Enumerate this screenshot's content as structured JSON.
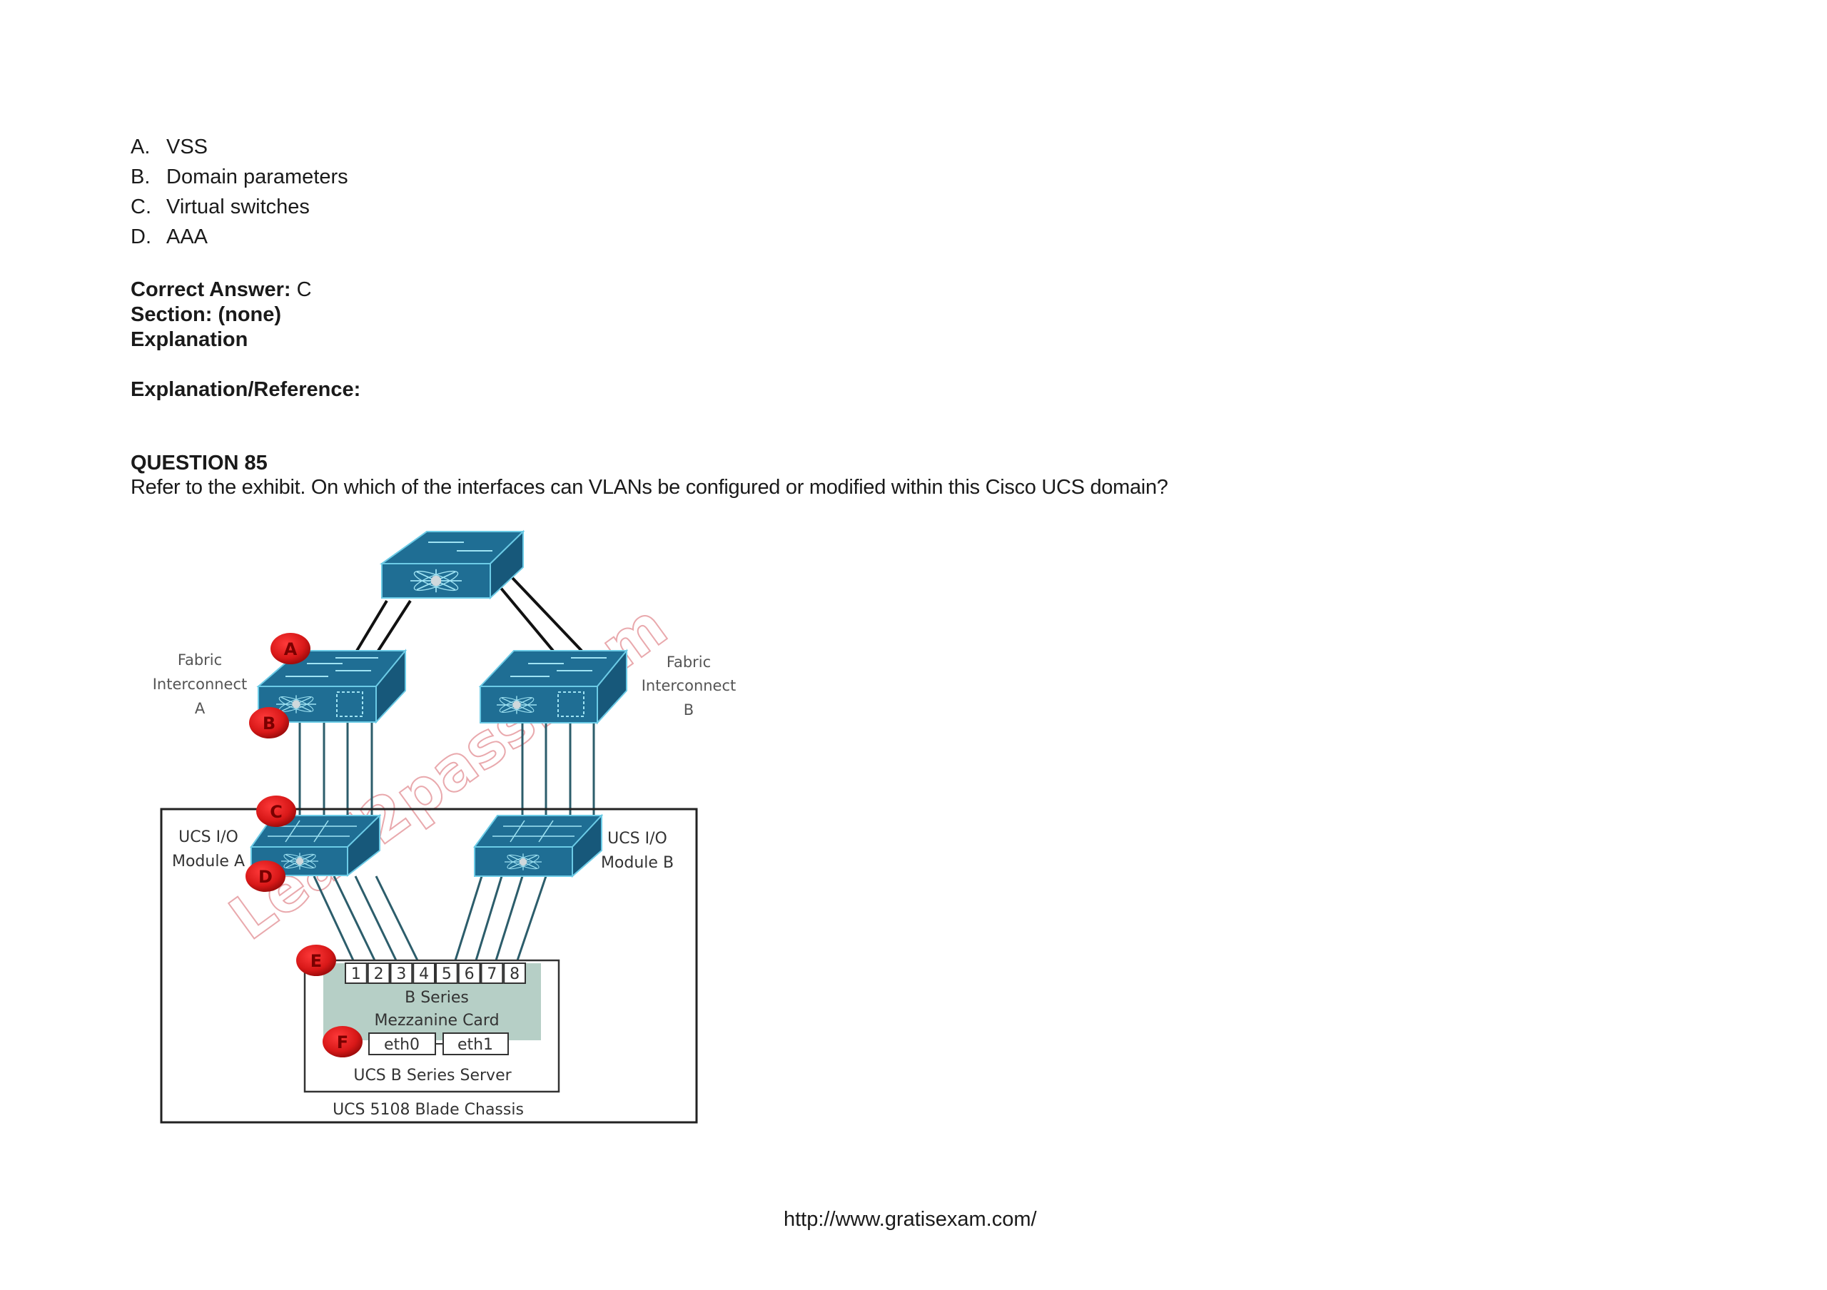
{
  "previous_question": {
    "options": [
      {
        "letter": "A.",
        "text": "VSS"
      },
      {
        "letter": "B.",
        "text": "Domain parameters"
      },
      {
        "letter": "C.",
        "text": "Virtual switches"
      },
      {
        "letter": "D.",
        "text": "AAA"
      }
    ],
    "correct_answer_label": "Correct Answer:",
    "correct_answer_value": "C",
    "section_label": "Section: (none)",
    "explanation_label": "Explanation",
    "explanation_reference_label": "Explanation/Reference:"
  },
  "question": {
    "title": "QUESTION 85",
    "text": "Refer to the exhibit. On which of the interfaces can VLANs be configured or modified within this Cisco UCS domain?"
  },
  "exhibit": {
    "fabric_interconnect_a": [
      "Fabric",
      "Interconnect",
      "A"
    ],
    "fabric_interconnect_b": [
      "Fabric",
      "Interconnect",
      "B"
    ],
    "io_module_a": [
      "UCS I/O",
      "Module A"
    ],
    "io_module_b": [
      "UCS I/O",
      "Module B"
    ],
    "mezzanine_ports": [
      "1",
      "2",
      "3",
      "4",
      "5",
      "6",
      "7",
      "8"
    ],
    "mezzanine_card": [
      "B Series",
      "Mezzanine Card"
    ],
    "eth_interfaces": [
      "eth0",
      "eth1"
    ],
    "server_label": "UCS B Series Server",
    "chassis_label": "UCS 5108 Blade Chassis",
    "badges": [
      "A",
      "B",
      "C",
      "D",
      "E",
      "F"
    ],
    "watermark": "Lead2pass.com",
    "colors": {
      "switch_blue": "#1f6e94",
      "switch_edge": "#6ccbe6",
      "badge_red": "#d81818",
      "mezzanine_green": "#b6cfc6",
      "watermark_pink": "#e9a9ad"
    }
  },
  "footer": {
    "url": "http://www.gratisexam.com/"
  }
}
